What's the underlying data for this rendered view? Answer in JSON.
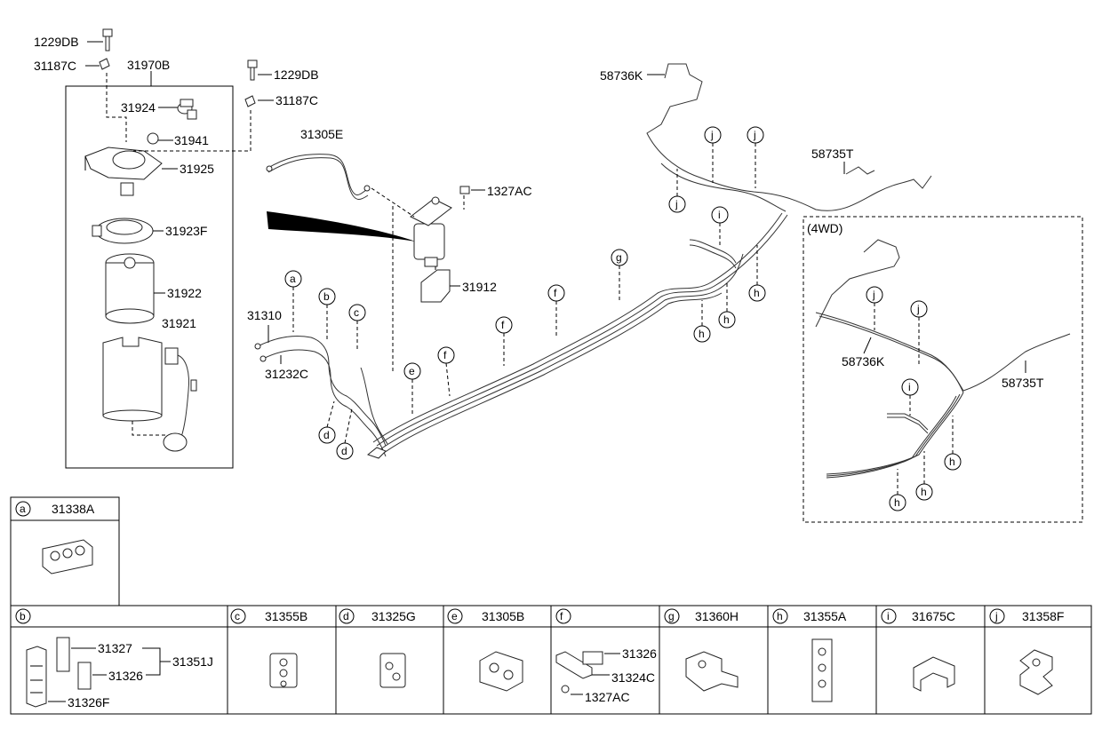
{
  "filter_group": {
    "bolt_a": "1229DB",
    "clip_a": "31187C",
    "assembly": "31970B",
    "cap": "31924",
    "oring": "31941",
    "head": "31925",
    "adapter": "31923F",
    "filter": "31922",
    "sensor": "31921"
  },
  "center_group": {
    "bolt_b": "1229DB",
    "clip_b": "31187C",
    "tube_e": "31305E",
    "nut": "1327AC",
    "bracket": "31912",
    "tube_310": "31310",
    "tube_232": "31232C"
  },
  "rear_group": {
    "tube_k": "58736K",
    "tube_t": "58735T"
  },
  "wd_group": {
    "title": "(4WD)",
    "tube_k": "58736K",
    "tube_t": "58735T"
  },
  "callouts": {
    "a": "a",
    "b": "b",
    "c": "c",
    "d": "d",
    "e": "e",
    "f": "f",
    "g": "g",
    "h": "h",
    "i": "i",
    "j": "j"
  },
  "legend": {
    "a": {
      "letter": "a",
      "code": "31338A"
    },
    "b": {
      "letter": "b",
      "p1": "31327",
      "p2": "31326",
      "p3": "31326F",
      "group": "31351J"
    },
    "c": {
      "letter": "c",
      "code": "31355B"
    },
    "d": {
      "letter": "d",
      "code": "31325G"
    },
    "e": {
      "letter": "e",
      "code": "31305B"
    },
    "f": {
      "letter": "f",
      "p1": "31326",
      "p2": "31324C",
      "p3": "1327AC"
    },
    "g": {
      "letter": "g",
      "code": "31360H"
    },
    "h": {
      "letter": "h",
      "code": "31355A"
    },
    "i": {
      "letter": "i",
      "code": "31675C"
    },
    "j": {
      "letter": "j",
      "code": "31358F"
    }
  }
}
